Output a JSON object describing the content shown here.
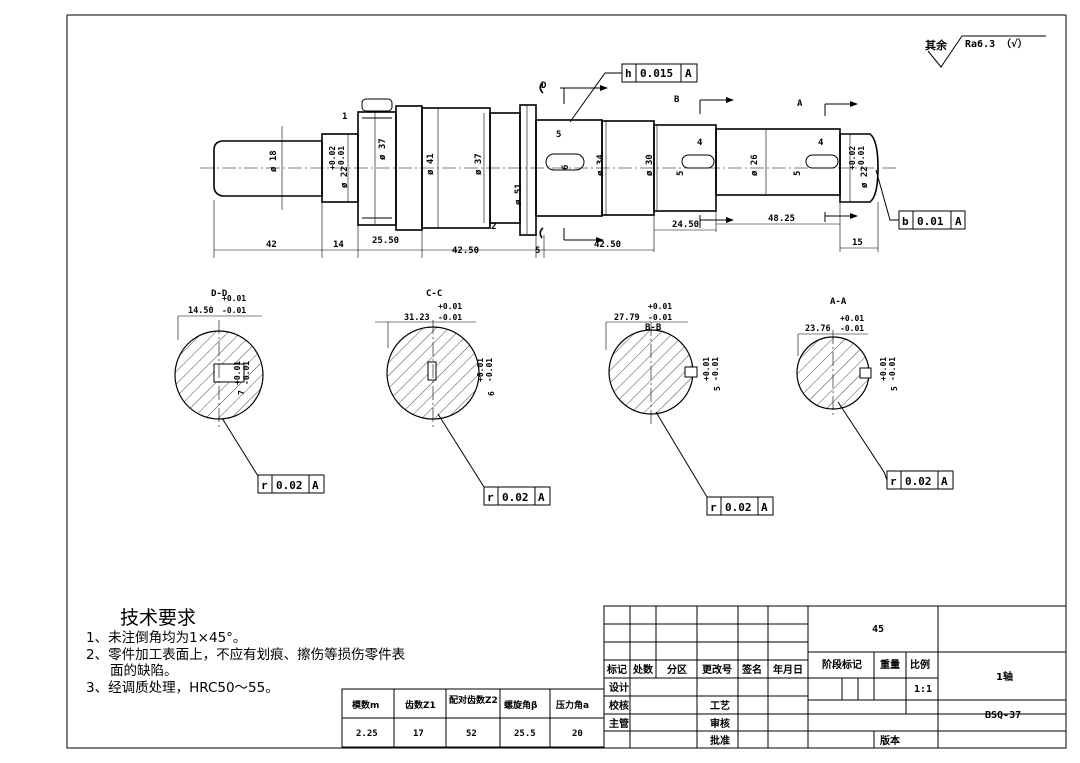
{
  "surface_finish": {
    "prefix": "其余",
    "value": "Ra6.3",
    "suffix": "（√）"
  },
  "gdt": {
    "top_runout": {
      "sym": "h",
      "tol": "0.015",
      "datum": "A"
    },
    "right_runout": {
      "sym": "b",
      "tol": "0.01",
      "datum": "A"
    },
    "sec_dd": {
      "sym": "r",
      "tol": "0.02",
      "datum": "A"
    },
    "sec_cc": {
      "sym": "r",
      "tol": "0.02",
      "datum": "A"
    },
    "sec_bb": {
      "sym": "r",
      "tol": "0.02",
      "datum": "A"
    },
    "sec_aa": {
      "sym": "r",
      "tol": "0.02",
      "datum": "A"
    }
  },
  "main_view": {
    "section_marks": {
      "d": "D",
      "b": "B",
      "a": "A"
    },
    "diameters": {
      "d18": "ø 18",
      "d22a": "ø 22",
      "d37a": "ø 37",
      "d41": "ø 41",
      "d37b": "ø 37",
      "d51": "ø 51",
      "d34": "ø 34",
      "d30": "ø 30",
      "d26": "ø 26",
      "d22b": "ø 22"
    },
    "tol_left": {
      "upper": "+0.02",
      "lower": "-0.01"
    },
    "tol_right": {
      "upper": "+0.02",
      "lower": "-0.01"
    },
    "small": {
      "one": "1",
      "two": "2",
      "five_a": "5",
      "six": "6",
      "four_a": "4",
      "five_b": "5",
      "four_b": "4",
      "five_c": "5"
    },
    "lengths": {
      "l42": "42",
      "l14": "14",
      "l25_50": "25.50",
      "l42_50a": "42.50",
      "l5": "5",
      "l42_50b": "42.50",
      "l24_50": "24.50",
      "l48_25": "48.25",
      "l15": "15"
    }
  },
  "sections": [
    {
      "id": "dd",
      "title": "D-D",
      "dim": "14.50",
      "tol_up": "+0.01",
      "tol_lo": "-0.01",
      "key_w": "7",
      "key_tol_up": "+0.01",
      "key_tol_lo": "-0.01"
    },
    {
      "id": "cc",
      "title": "C-C",
      "dim": "31.23",
      "tol_up": "+0.01",
      "tol_lo": "-0.01",
      "key_w": "6",
      "key_tol_up": "+0.01",
      "key_tol_lo": "-0.01"
    },
    {
      "id": "bb",
      "title": "B-B",
      "dim": "27.79",
      "tol_up": "+0.01",
      "tol_lo": "-0.01",
      "key_w": "5",
      "key_tol_up": "+0.01",
      "key_tol_lo": "-0.01"
    },
    {
      "id": "aa",
      "title": "A-A",
      "dim": "23.76",
      "tol_up": "+0.01",
      "tol_lo": "-0.01",
      "key_w": "5",
      "key_tol_up": "+0.01",
      "key_tol_lo": "-0.01"
    }
  ],
  "tech_req": {
    "title": "技术要求",
    "items": [
      "1、未注倒角均为1×45°。",
      "2、零件加工表面上，不应有划痕、擦伤等损伤零件表",
      "面的缺陷。",
      "3、经调质处理，HRC50～55。"
    ]
  },
  "gear_table": {
    "headers": [
      "模数m",
      "齿数Z1",
      "配对齿数Z2",
      "螺旋角β",
      "压力角a"
    ],
    "values": [
      "2.25",
      "17",
      "52",
      "25.5",
      "20"
    ]
  },
  "title_block": {
    "material": "45",
    "headers": [
      "标记",
      "处数",
      "分区",
      "更改号",
      "签名",
      "年月日"
    ],
    "left_rows": [
      "设计",
      "校核",
      "主管"
    ],
    "mid_rows": [
      "工艺",
      "审核",
      "批准"
    ],
    "stage_label": "阶段标记",
    "weight_label": "重量",
    "scale_label": "比例",
    "scale_value": "1:1",
    "part_name": "1轴",
    "drawing_no": "BSQ-37",
    "version_label": "版本"
  }
}
